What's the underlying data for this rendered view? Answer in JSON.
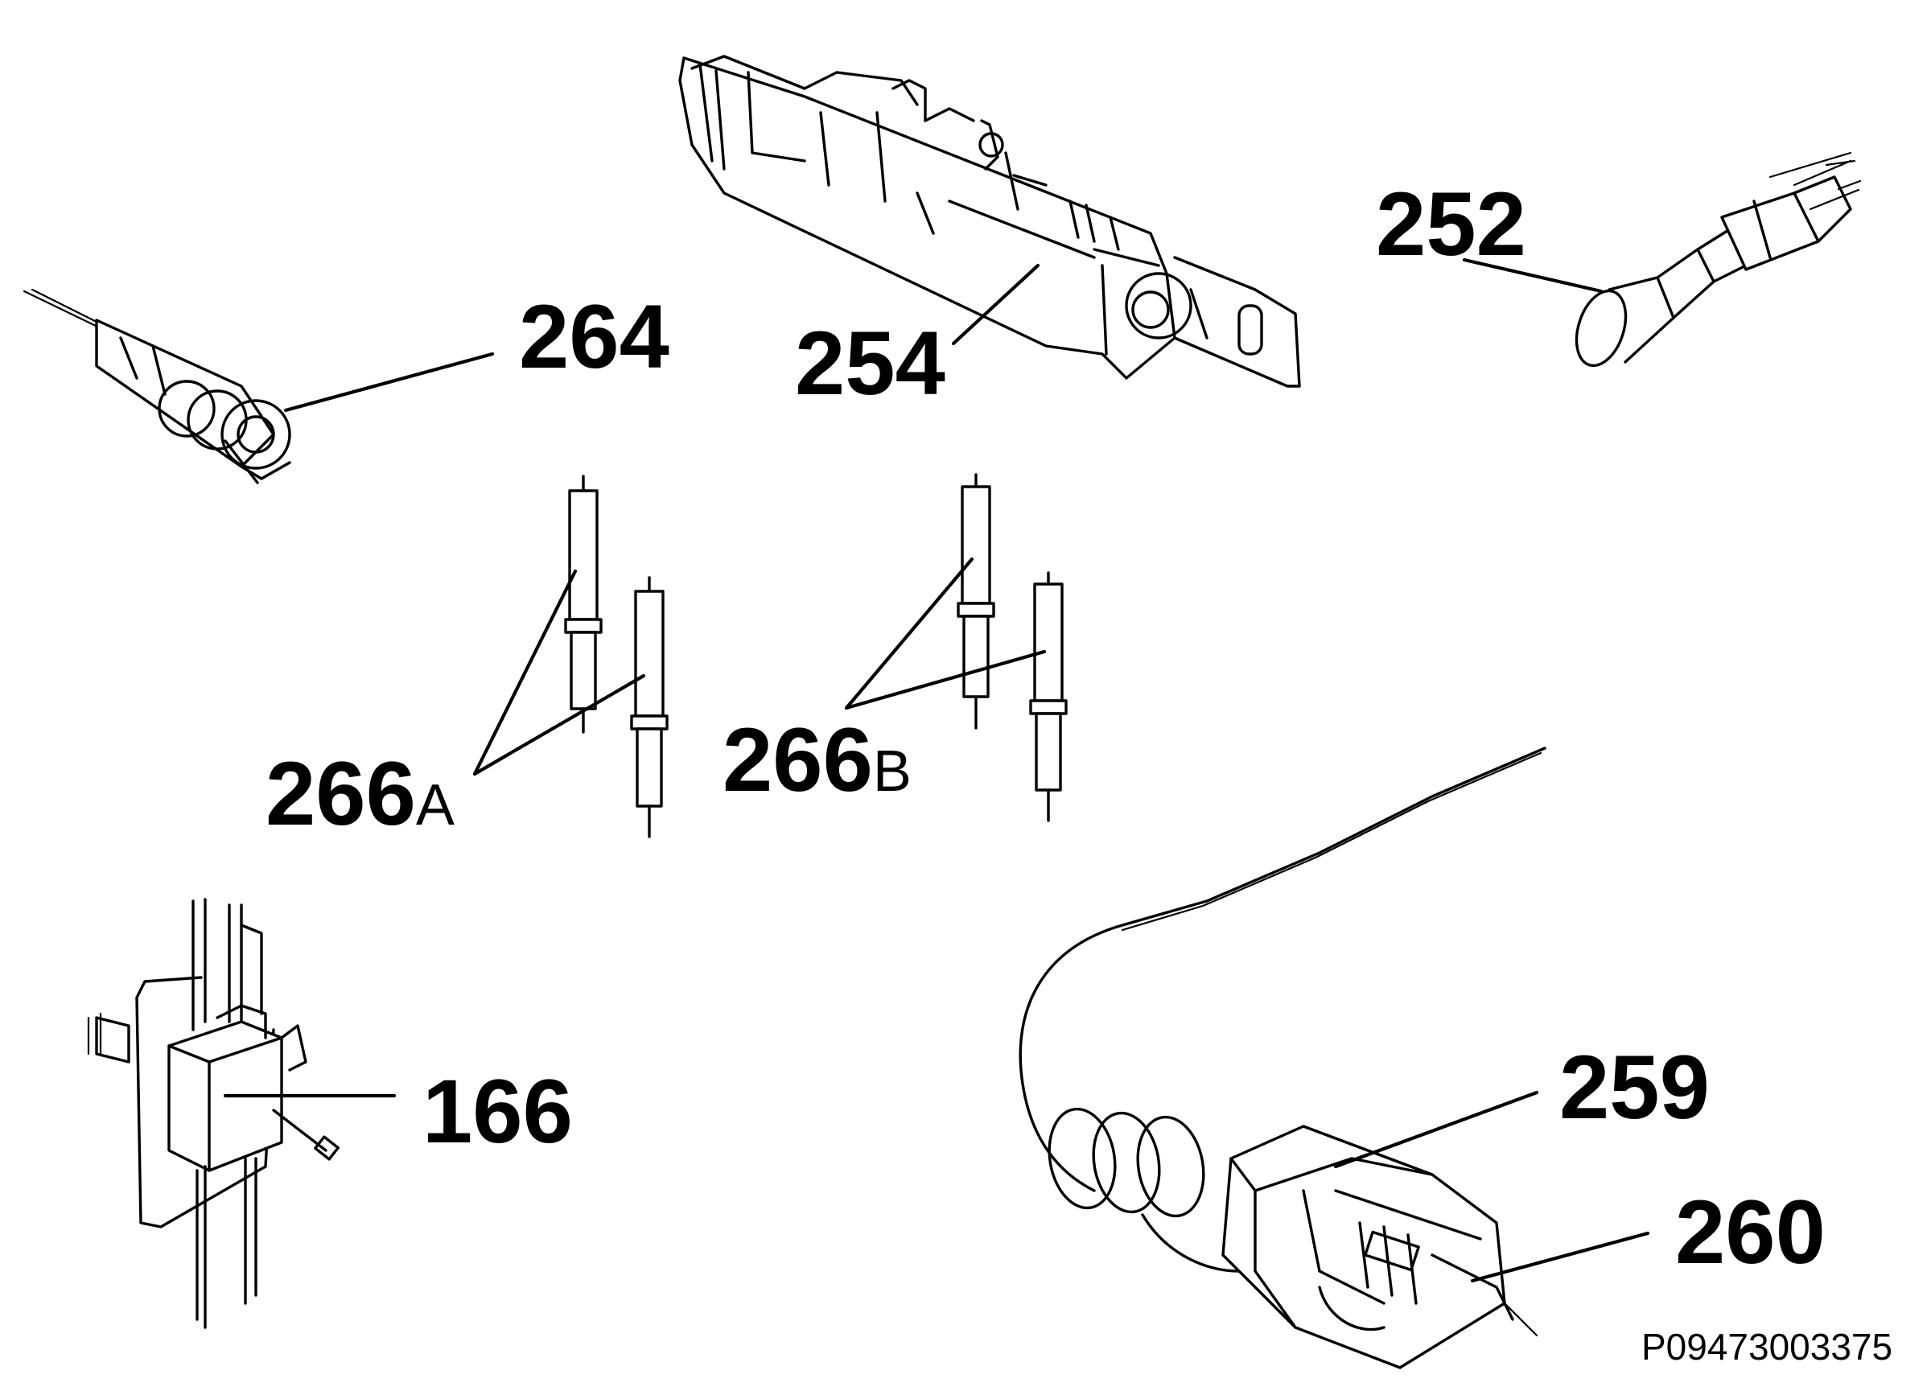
{
  "labels": {
    "part_264": "264",
    "part_254": "254",
    "part_252": "252",
    "part_266a_num": "266",
    "part_266a_suffix": "A",
    "part_266b_num": "266",
    "part_266b_suffix": "B",
    "part_166": "166",
    "part_259": "259",
    "part_260": "260"
  },
  "reference_code": "P09473003375"
}
